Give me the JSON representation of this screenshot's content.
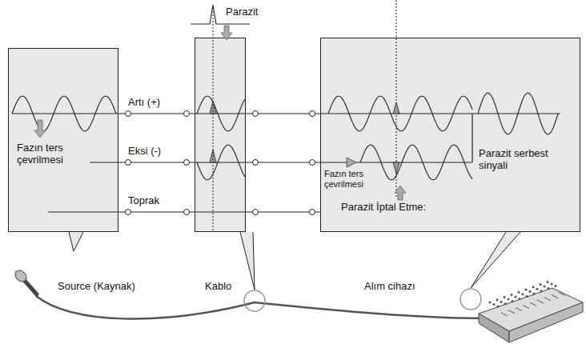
{
  "diagram": {
    "nodes": [
      {
        "text": [
          "Fazın ters çevrilmesi"
        ]
      },
      {
        "text": [
          "Parazit"
        ]
      },
      {
        "text": [
          "Fazın ters çevrilmesi",
          "Parazit serbest sinyali",
          "Parazit İptal Etme:"
        ]
      }
    ],
    "edges": [
      {
        "from": 0,
        "to": 1,
        "arrow": "none",
        "label": "Artı (+)"
      },
      {
        "from": 0,
        "to": 1,
        "arrow": "none",
        "label": "Eksi (-)"
      },
      {
        "from": 0,
        "to": 1,
        "arrow": "none",
        "label": "Toprak"
      },
      {
        "from": 1,
        "to": 2,
        "arrow": "none"
      },
      {
        "from": 1,
        "to": 2,
        "arrow": "none"
      },
      {
        "from": 1,
        "to": 2,
        "arrow": "none"
      }
    ],
    "labels": [
      "Source (Kaynak)",
      "Kablo",
      "Alım cihazı"
    ]
  }
}
